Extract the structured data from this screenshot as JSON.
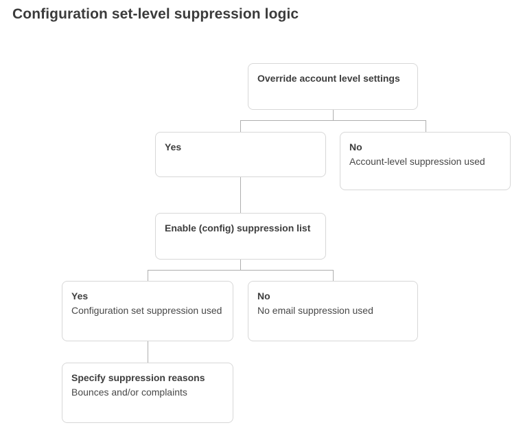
{
  "title": "Configuration set-level suppression logic",
  "colors": {
    "background": "#ffffff",
    "node_border": "#d7d7d7",
    "connector": "#aeaeae",
    "heading_text": "#3b3b3b",
    "node_title_text": "#3d3d3d",
    "node_subtitle_text": "#474747"
  },
  "nodes": [
    {
      "id": "override-account-settings",
      "title": "Override account level settings",
      "subtitle": ""
    },
    {
      "id": "override-yes",
      "title": "Yes",
      "subtitle": ""
    },
    {
      "id": "override-no",
      "title": "No",
      "subtitle": "Account-level suppression used"
    },
    {
      "id": "enable-config-list",
      "title": "Enable (config) suppression list",
      "subtitle": ""
    },
    {
      "id": "config-yes",
      "title": "Yes",
      "subtitle": "Configuration set suppression used"
    },
    {
      "id": "config-no",
      "title": "No",
      "subtitle": "No email suppression used"
    },
    {
      "id": "specify-reasons",
      "title": "Specify suppression reasons",
      "subtitle": "Bounces and/or complaints"
    }
  ]
}
